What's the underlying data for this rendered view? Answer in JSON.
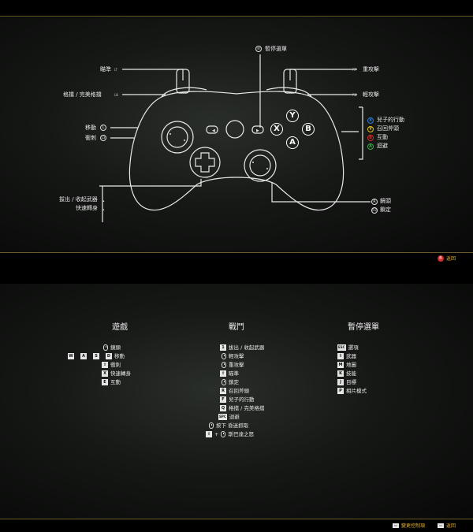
{
  "controller_screen": {
    "labels": {
      "pause": "暫停選單",
      "aim": "瞄準",
      "aim_tag": "LT",
      "heavy": "重攻擊",
      "heavy_tag": "RT",
      "parry": "格擋 / 完美格擋",
      "parry_tag": "LB",
      "light": "輕攻擊",
      "light_tag": "RB",
      "move": "移動",
      "sprint": "衝刺",
      "son_action": "兒子的行動",
      "recall_axe": "召回斧頭",
      "interact": "互動",
      "dodge": "迴避",
      "draw_weapon": "拔出 / 收起武器",
      "quick_turn": "快速轉身",
      "lock_camera": "鏡頭",
      "lock": "鎖定"
    },
    "face_buttons": {
      "y": "Y",
      "b": "B",
      "x": "X",
      "a": "A"
    },
    "back_button": "返回",
    "colors": {
      "x": "#2a7bdc",
      "y": "#e2c21a",
      "b": "#d22a2a",
      "a": "#3aa84a",
      "accent": "#e0b23a"
    }
  },
  "keyboard_screen": {
    "columns": {
      "explore": {
        "title": "遊戲",
        "rows": [
          {
            "keys": [
              "mouse"
            ],
            "label": "鏡頭"
          },
          {
            "keys": [
              "W",
              "A",
              "S",
              "D"
            ],
            "label": "移動"
          },
          {
            "keys": [
              "⇧"
            ],
            "label": "衝刺"
          },
          {
            "keys": [
              "X"
            ],
            "label": "快速轉身"
          },
          {
            "keys": [
              "E"
            ],
            "label": "互動"
          }
        ]
      },
      "combat": {
        "title": "戰鬥",
        "rows": [
          {
            "keys": [
              "1"
            ],
            "label": "拔出 / 收起武器"
          },
          {
            "keys": [
              "mouse"
            ],
            "label": "輕攻擊"
          },
          {
            "keys": [
              "mouse"
            ],
            "label": "重攻擊"
          },
          {
            "keys": [
              "⇧"
            ],
            "label": "瞄準"
          },
          {
            "keys": [
              "mouse"
            ],
            "label": "鎖定"
          },
          {
            "keys": [
              "R"
            ],
            "label": "召回斧頭"
          },
          {
            "keys": [
              "F"
            ],
            "label": "兒子的行動"
          },
          {
            "keys": [
              "Q"
            ],
            "label": "格擋 / 完美格擋"
          },
          {
            "keys": [
              "SPC"
            ],
            "label": "迴避"
          },
          {
            "keys": [
              "mouse"
            ],
            "label": "按下 昏迷抓取",
            "prefix": "按下"
          },
          {
            "keys": [
              "⇧",
              "+",
              "mouse"
            ],
            "label": "斯巴達之怒"
          }
        ]
      },
      "pause": {
        "title": "暫停選單",
        "rows": [
          {
            "keys": [
              "ESC"
            ],
            "label": "選項"
          },
          {
            "keys": [
              "I"
            ],
            "label": "武器"
          },
          {
            "keys": [
              "M"
            ],
            "label": "地圖"
          },
          {
            "keys": [
              "K"
            ],
            "label": "技能"
          },
          {
            "keys": [
              "J"
            ],
            "label": "目標"
          },
          {
            "keys": [
              "P"
            ],
            "label": "相片模式"
          }
        ]
      }
    },
    "footer": {
      "change_controls": "變更控制項",
      "back": "返回"
    }
  }
}
